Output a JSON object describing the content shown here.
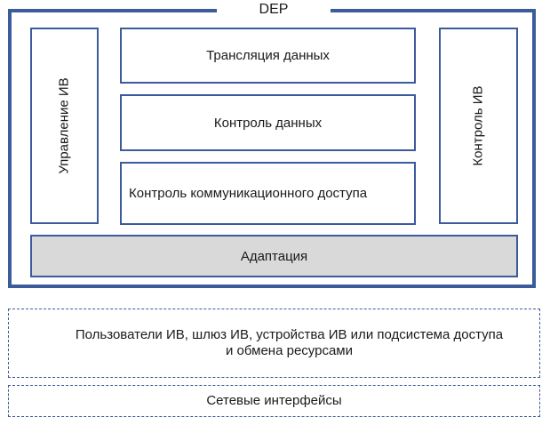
{
  "diagram": {
    "dep_title": "DEP",
    "left_box": "Управление ИВ",
    "right_box": "Контроль ИВ",
    "center_boxes": [
      "Трансляция данных",
      "Контроль данных",
      "Контроль коммуникационного доступа"
    ],
    "adaptation": "Адаптация",
    "users_line1": "Пользователи ИВ, шлюз ИВ, устройства ИВ или подсистема доступа",
    "users_line2": "и обмена ресурсами",
    "network": "Сетевые интерфейсы"
  },
  "colors": {
    "border": "#3c5b9c",
    "adaptation_fill": "#d9d9d9"
  }
}
